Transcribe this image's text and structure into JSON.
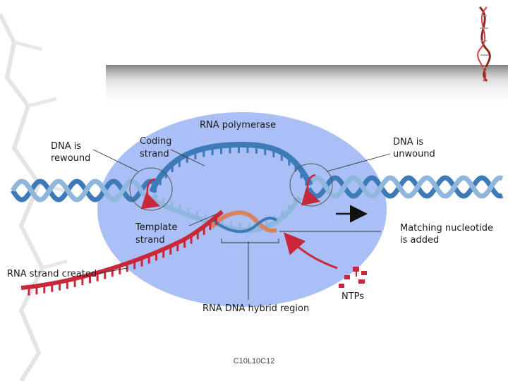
{
  "diagram": {
    "title": "RNA polymerase",
    "labels": {
      "dna_rewound": [
        "DNA is",
        "rewound"
      ],
      "coding_strand": [
        "Coding",
        "strand"
      ],
      "dna_unwound": [
        "DNA is",
        "unwound"
      ],
      "template_strand": [
        "Template",
        "strand"
      ],
      "matching_nucleotide": [
        "Matching nucleotide",
        "is added"
      ],
      "rna_strand_created": "RNA strand created",
      "ntps": "NTPs",
      "hybrid_region": "RNA DNA hybrid region"
    },
    "colors": {
      "polymerase": "#a9bff5",
      "dna_blue": "#3d7ab8",
      "dna_light": "#8fb6dc",
      "rna_red": "#c9283a",
      "hybrid_orange": "#d9835a"
    }
  },
  "footer": {
    "code": "C10L10C12"
  }
}
